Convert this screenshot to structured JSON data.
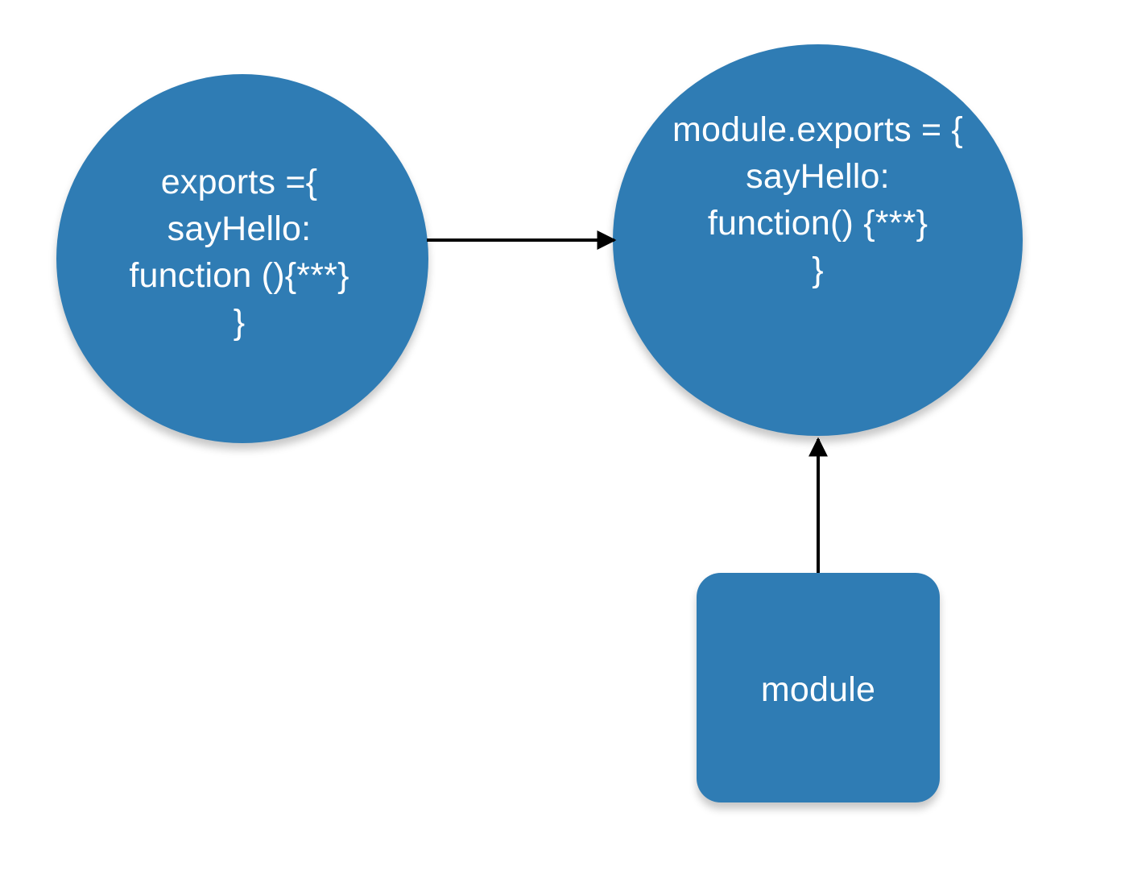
{
  "diagram": {
    "nodes": [
      {
        "id": "exports-node",
        "lines": [
          "exports ={",
          "sayHello:",
          "function (){***}",
          "}"
        ]
      },
      {
        "id": "module-exports-node",
        "lines": [
          "module.exports = {",
          "sayHello:",
          "function() {***}",
          "}"
        ]
      },
      {
        "id": "module-node",
        "lines": [
          "module"
        ]
      }
    ],
    "edges": [
      {
        "from": "exports-node",
        "to": "module-exports-node"
      },
      {
        "from": "module-node",
        "to": "module-exports-node"
      }
    ],
    "colors": {
      "node_fill": "#2f7cb4",
      "text": "#ffffff",
      "connector": "#000000",
      "background": "#ffffff"
    }
  }
}
